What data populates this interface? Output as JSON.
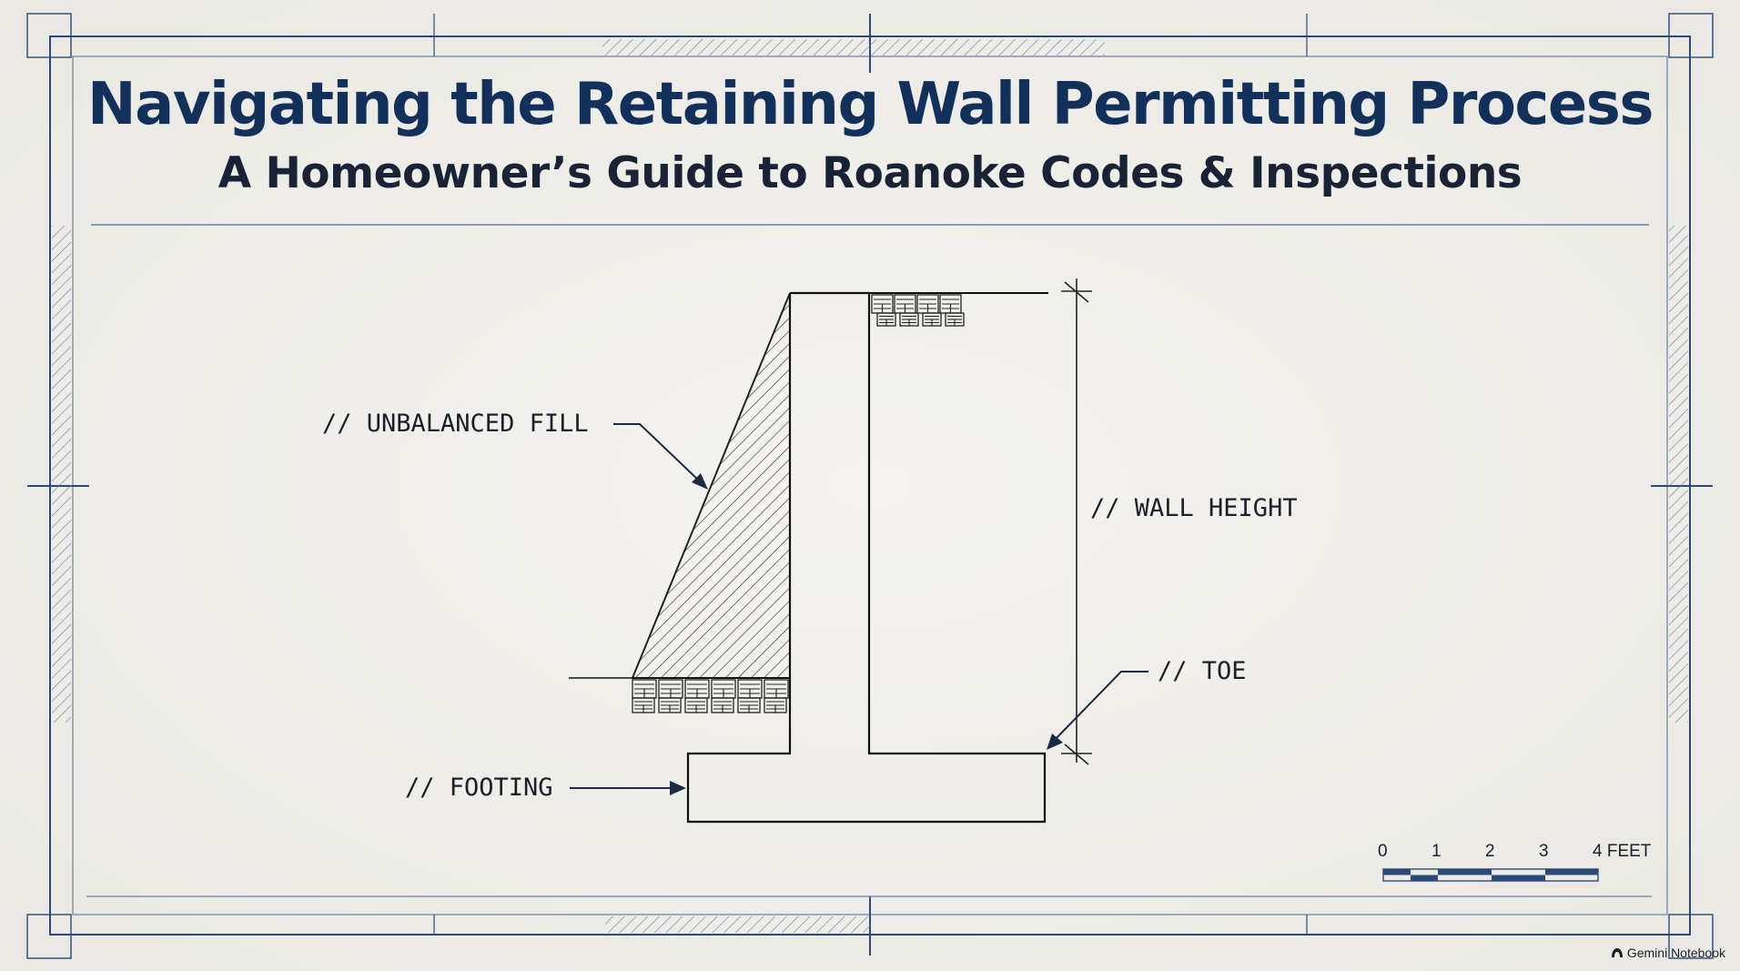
{
  "title": "Navigating the Retaining Wall Permitting Process",
  "subtitle": "A Homeowner’s Guide to Roanoke Codes & Inspections",
  "labels": {
    "unbalanced_fill": "// UNBALANCED FILL",
    "wall_height": "// WALL HEIGHT",
    "toe": "// TOE",
    "footing": "// FOOTING"
  },
  "scale": {
    "ticks": [
      "0",
      "1",
      "2",
      "3",
      "4 FEET"
    ]
  },
  "brand": "Gemini Notebook",
  "colors": {
    "frame": "#2c4a78",
    "title": "#12305a",
    "ink": "#1b1f2a",
    "paper": "#f1f0ec"
  }
}
